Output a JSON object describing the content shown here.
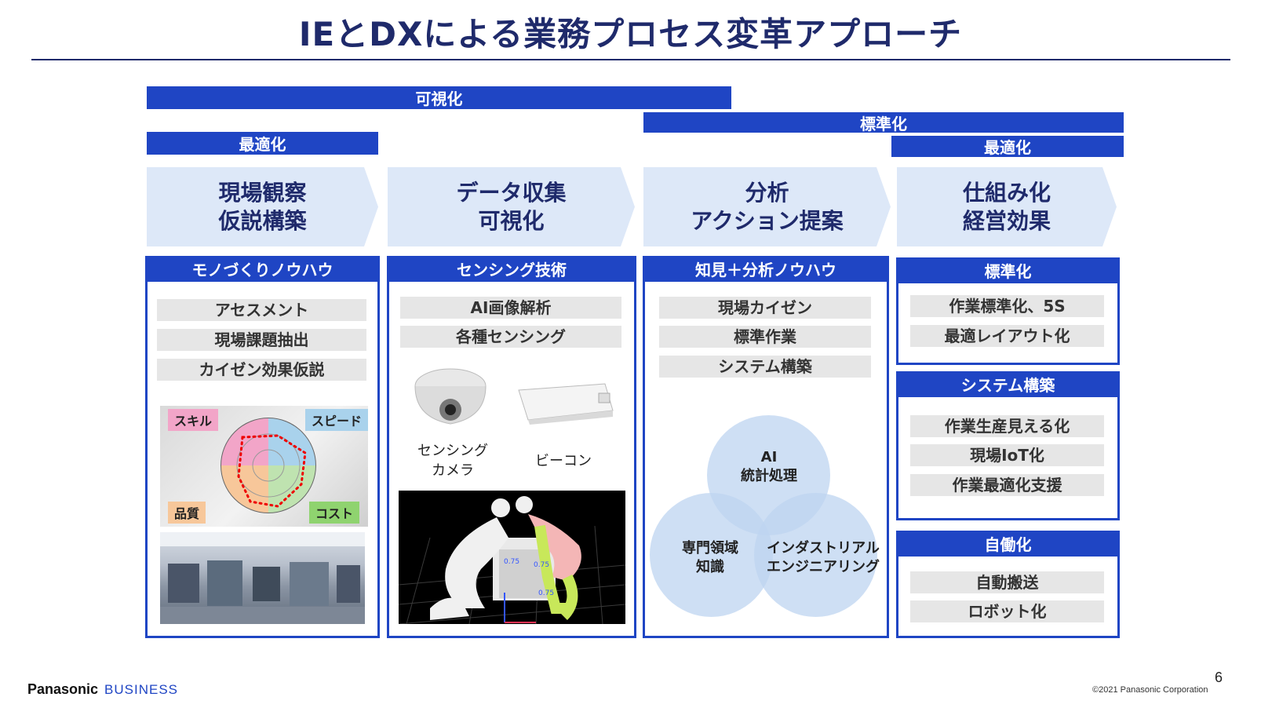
{
  "title": "IEとDXによる業務プロセス変革アプローチ",
  "phase_bars": {
    "visualize": "可視化",
    "standardize": "標準化",
    "optimize_left": "最適化",
    "optimize_right": "最適化"
  },
  "steps": [
    {
      "line1": "現場観察",
      "line2": "仮説構築"
    },
    {
      "line1": "データ収集",
      "line2": "可視化"
    },
    {
      "line1": "分析",
      "line2": "アクション提案"
    },
    {
      "line1": "仕組み化",
      "line2": "経営効果"
    }
  ],
  "col1": {
    "header": "モノづくりノウハウ",
    "items": [
      "アセスメント",
      "現場課題抽出",
      "カイゼン効果仮説"
    ],
    "radar_labels": {
      "skill": "スキル",
      "speed": "スピード",
      "quality": "品質",
      "cost": "コスト"
    }
  },
  "col2": {
    "header": "センシング技術",
    "items": [
      "AI画像解析",
      "各種センシング"
    ],
    "camera_caption_1": "センシング",
    "camera_caption_2": "カメラ",
    "beacon_caption": "ビーコン",
    "box_dims": {
      "a": "0.75",
      "b": "0.75",
      "c": "0.75"
    }
  },
  "col3": {
    "header": "知見＋分析ノウハウ",
    "items": [
      "現場カイゼン",
      "標準作業",
      "システム構築"
    ],
    "venn": {
      "top_1": "AI",
      "top_2": "統計処理",
      "left_1": "専門領域",
      "left_2": "知識",
      "right_1": "インダストリアル",
      "right_2": "エンジニアリング"
    }
  },
  "col4": {
    "standardize": {
      "header": "標準化",
      "items": [
        "作業標準化、5S",
        "最適レイアウト化"
      ]
    },
    "system": {
      "header": "システム構築",
      "items": [
        "作業生産見える化",
        "現場IoT化",
        "作業最適化支援"
      ]
    },
    "automation": {
      "header": "自働化",
      "items": [
        "自動搬送",
        "ロボット化"
      ]
    }
  },
  "footer": {
    "brand": "Panasonic",
    "division": "BUSINESS",
    "page": "6",
    "copyright": "©2021 Panasonic Corporation"
  },
  "colors": {
    "accent": "#1f45c4",
    "title": "#1f2a6b",
    "chevron": "#dde8f8",
    "item_bg": "#e6e6e6"
  }
}
